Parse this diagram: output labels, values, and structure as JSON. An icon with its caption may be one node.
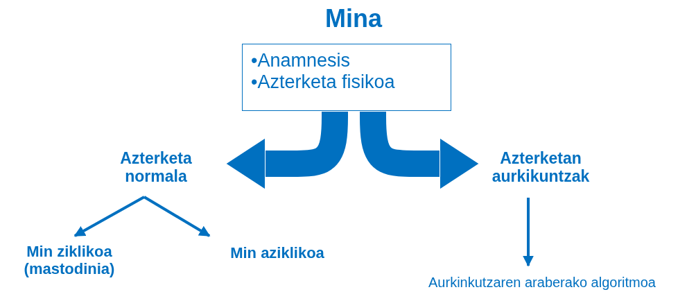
{
  "diagram": {
    "title": "Mina",
    "nodes": [
      {
        "text": [
          "•Anamnesis",
          "•Azterketa fisikoa"
        ]
      },
      {
        "text": [
          "Azterketa normala"
        ]
      },
      {
        "text": [
          "Azterketan aurkikuntzak"
        ]
      },
      {
        "text": [
          "Min ziklikoa (mastodinia)"
        ]
      },
      {
        "text": [
          "Min aziklikoa"
        ]
      },
      {
        "text": [
          "Aurkinkutzaren araberako algoritmoa"
        ]
      }
    ],
    "edges": [
      {
        "from": 0,
        "to": 1,
        "arrow": "to",
        "style": "thick"
      },
      {
        "from": 0,
        "to": 2,
        "arrow": "to",
        "style": "thick"
      },
      {
        "from": 1,
        "to": 3,
        "arrow": "to"
      },
      {
        "from": 1,
        "to": 4,
        "arrow": "to"
      },
      {
        "from": 2,
        "to": 5,
        "arrow": "to"
      }
    ]
  }
}
